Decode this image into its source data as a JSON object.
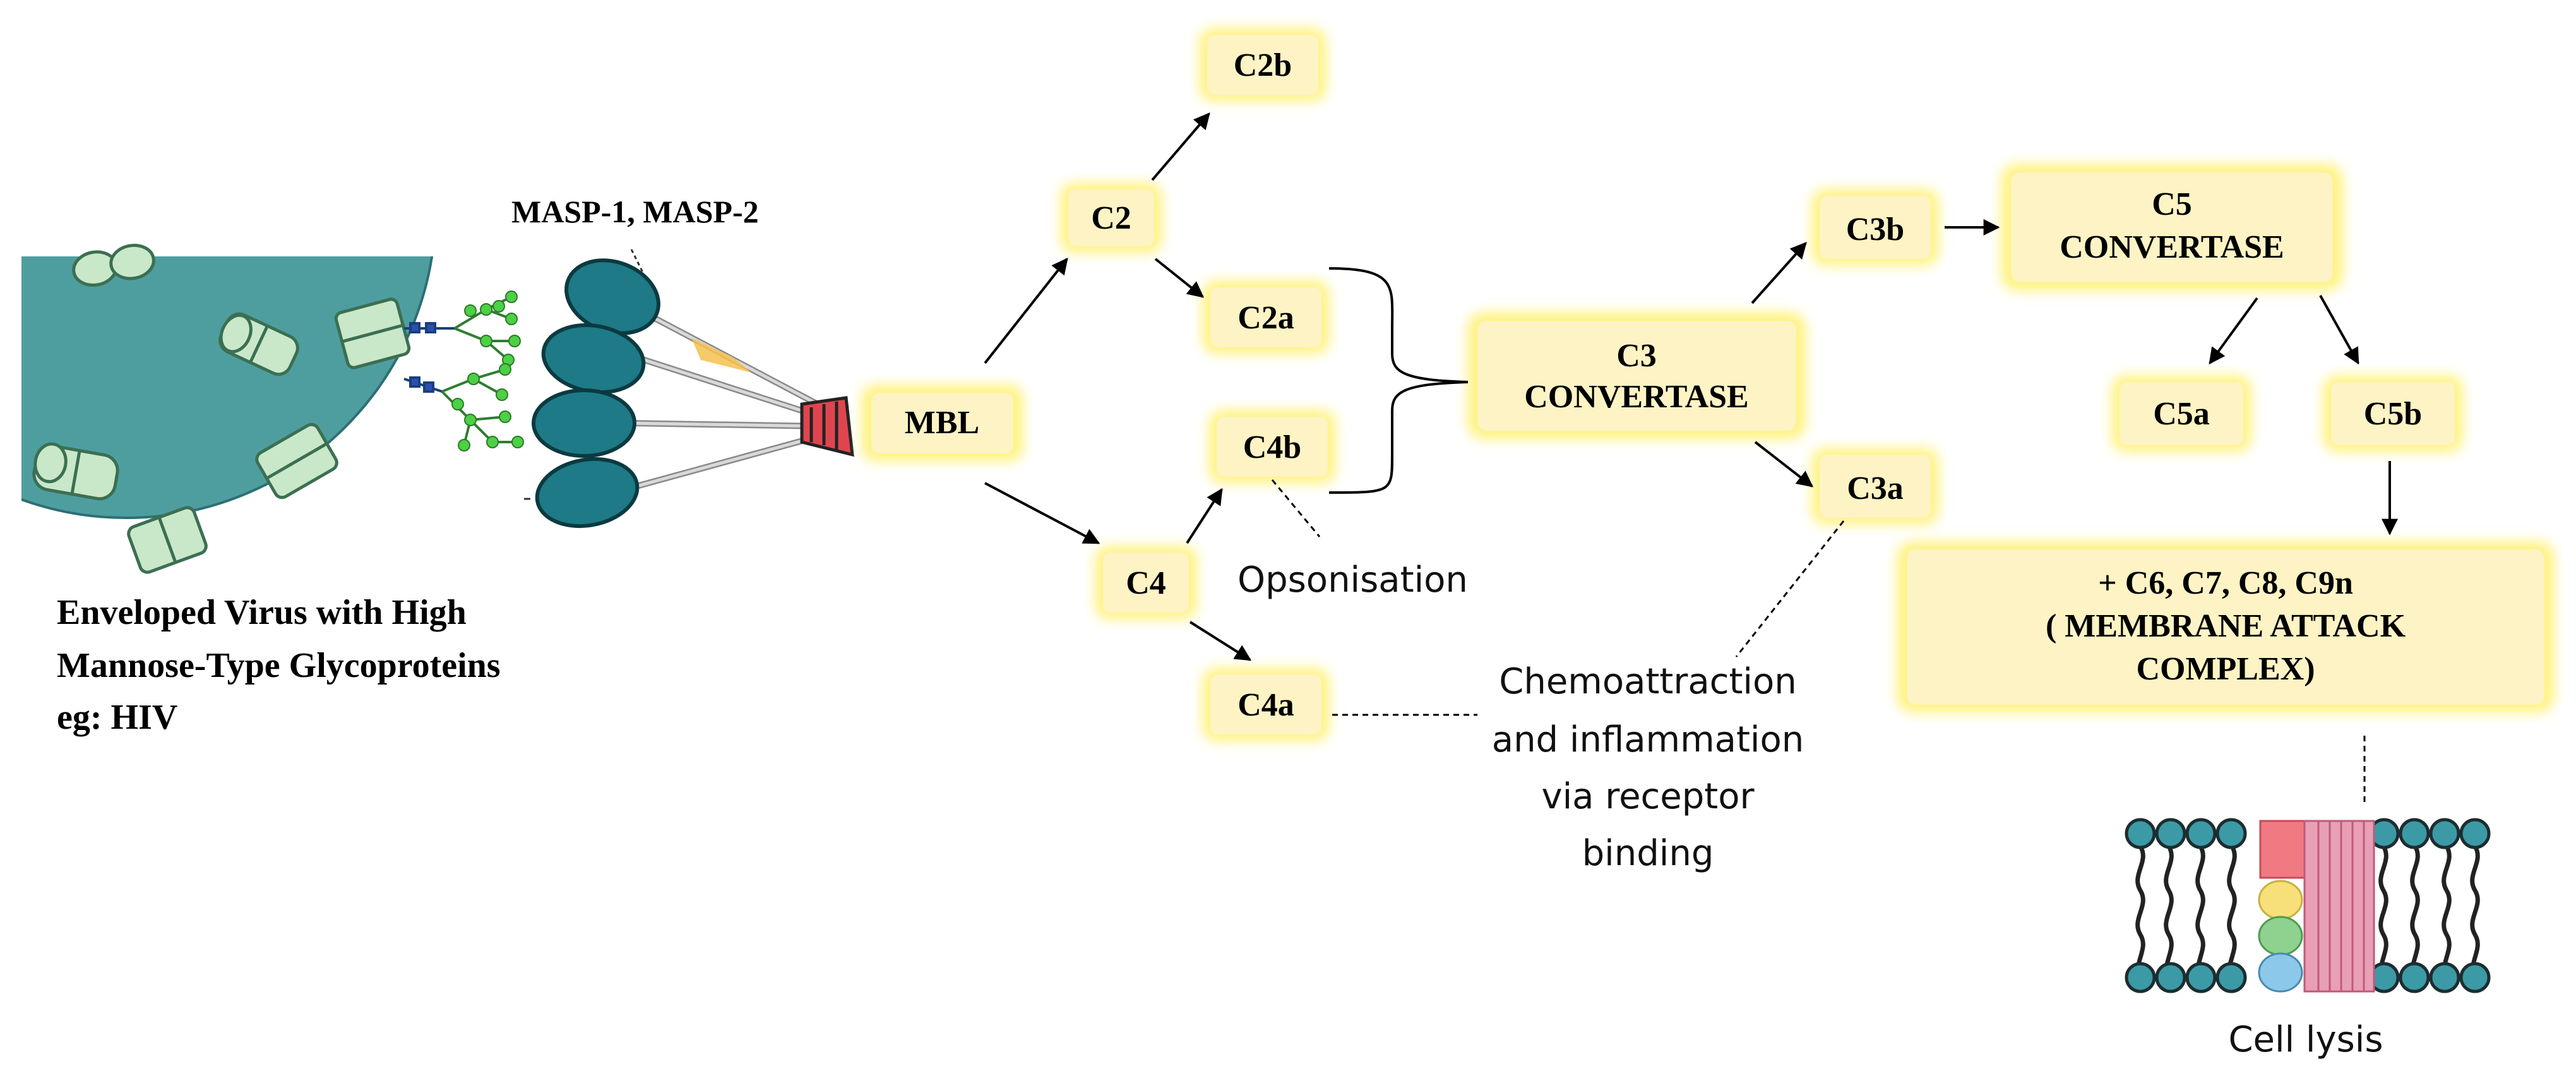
{
  "labels": {
    "masp": "MASP-1, MASP-2",
    "virus_line1": "Enveloped Virus with High",
    "virus_line2": "Mannose-Type Glycoproteins",
    "virus_line3": "eg: HIV",
    "opsonisation": "Opsonisation",
    "chemo_line1": "Chemoattraction",
    "chemo_line2": "and inflammation",
    "chemo_line3": "via receptor",
    "chemo_line4": "binding",
    "cell_lysis": "Cell lysis"
  },
  "nodes": {
    "mbl": "MBL",
    "c2": "C2",
    "c2b": "C2b",
    "c2a": "C2a",
    "c4": "C4",
    "c4b": "C4b",
    "c4a": "C4a",
    "c3conv_line1": "C3",
    "c3conv_line2": "CONVERTASE",
    "c3b": "C3b",
    "c3a": "C3a",
    "c5conv_line1": "C5",
    "c5conv_line2": "CONVERTASE",
    "c5a": "C5a",
    "c5b": "C5b",
    "mac_line1": "+ C6, C7, C8, C9n",
    "mac_line2": "( MEMBRANE ATTACK",
    "mac_line3": "COMPLEX)"
  },
  "colors": {
    "node_fill": "#fdf3c4",
    "node_glow": "#fff27a",
    "virus": "#4e9ea0",
    "virus_edge": "#2d6f73",
    "glycoprotein": "#c9e8c9",
    "masp": "#1d7a86",
    "mbl_head": "#e0454f",
    "lipid_head": "#3b9aa6",
    "pore_pink": "#e46c7d",
    "pore_stripe": "#e8a0b6",
    "pore_yellow": "#f7e07a",
    "pore_green": "#8fd18f",
    "pore_blue": "#8cc8ea"
  }
}
